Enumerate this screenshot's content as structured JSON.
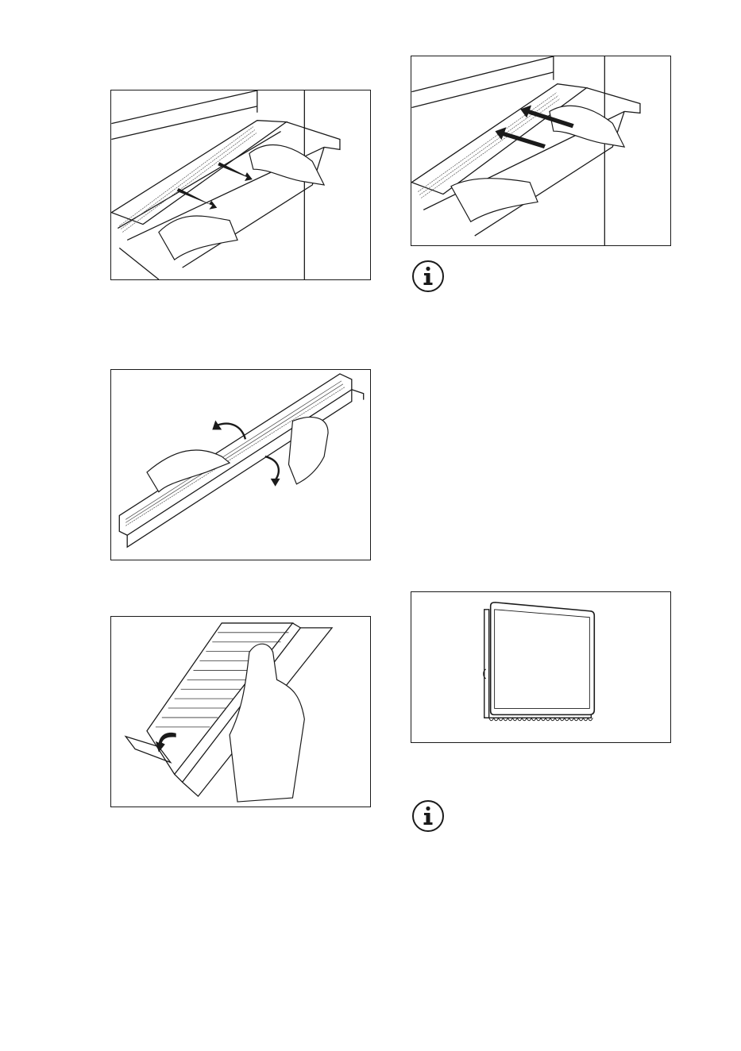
{
  "page": {
    "figures": [
      {
        "id": "fig-slide-filter-out",
        "icon": "hands-sliding-filter-out-illustration"
      },
      {
        "id": "fig-flip-filter",
        "icon": "hands-rotating-filter-illustration"
      },
      {
        "id": "fig-remove-insert",
        "icon": "hand-removing-filter-insert-illustration"
      },
      {
        "id": "fig-slide-filter-in",
        "icon": "hands-sliding-filter-in-illustration"
      },
      {
        "id": "fig-filter-sachet",
        "icon": "filter-sachet-illustration"
      }
    ],
    "notes": [
      {
        "id": "info-note-1",
        "icon": "info-icon",
        "text": ""
      },
      {
        "id": "info-note-2",
        "icon": "info-icon",
        "text": ""
      }
    ]
  }
}
